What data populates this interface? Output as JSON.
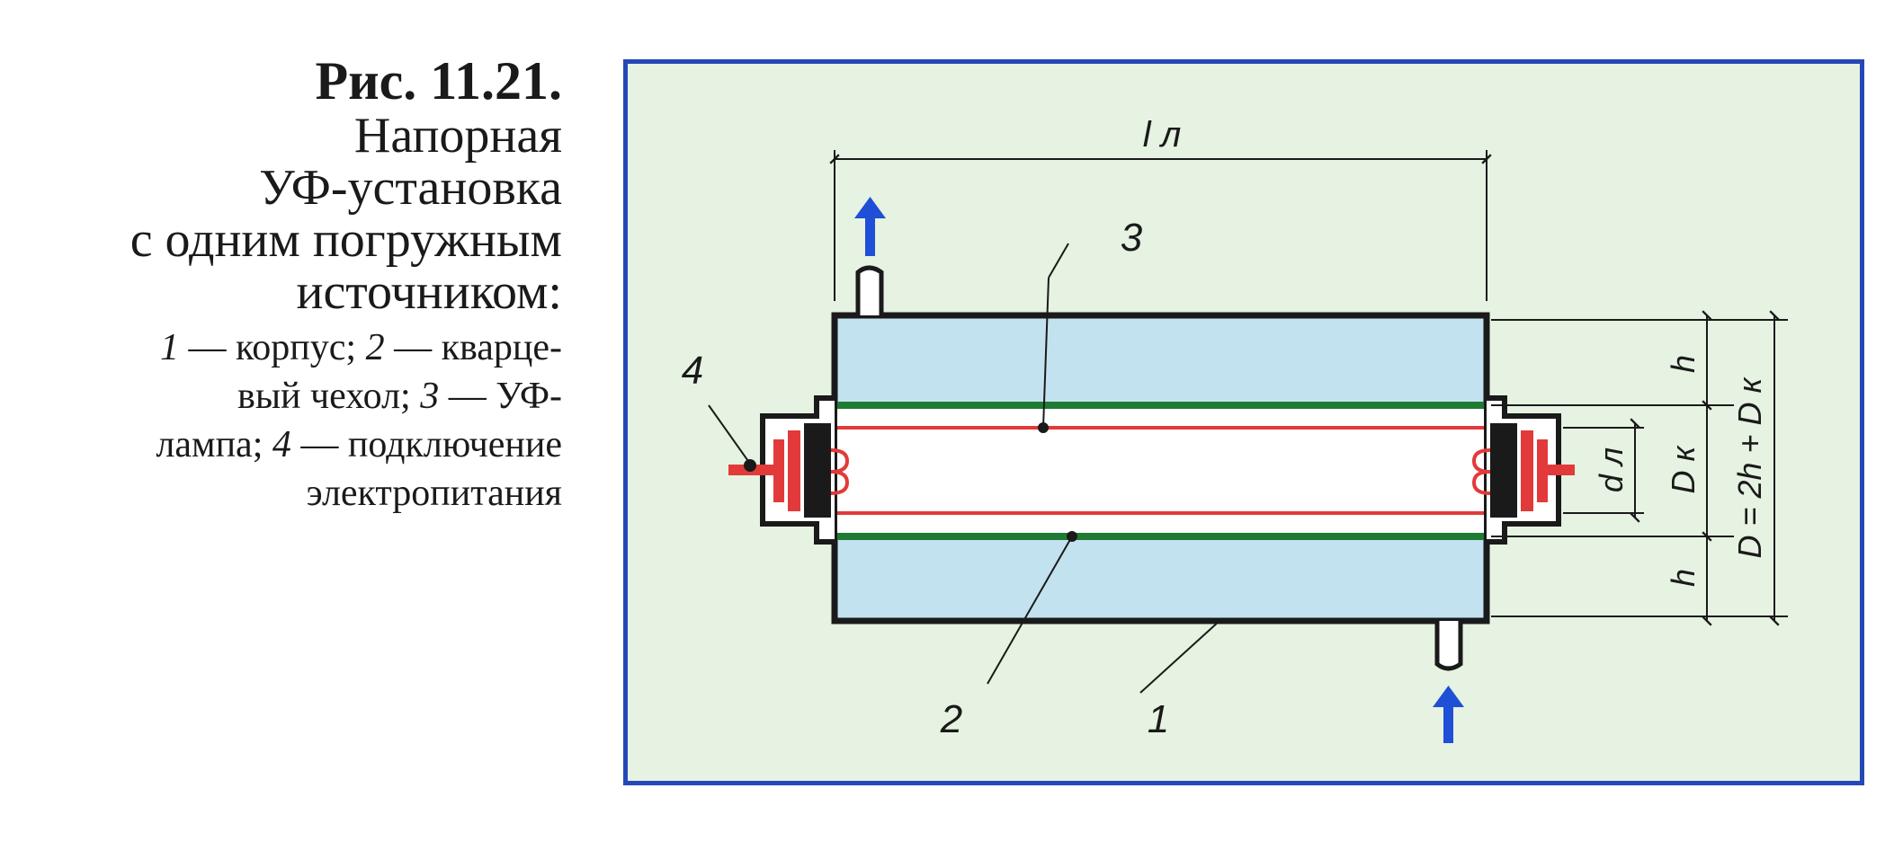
{
  "caption": {
    "title": "Рис. 11.21.",
    "lines": [
      "Напорная",
      "УФ-установка",
      "с одним погружным",
      "источником:"
    ],
    "legend": [
      {
        "n": "1",
        "text": " — корпус; "
      },
      {
        "n": "2",
        "text": " — кварце-"
      },
      {
        "text": "вый чехол; "
      },
      {
        "n": "3",
        "text": " — УФ-"
      },
      {
        "text": "лампа; "
      },
      {
        "n": "4",
        "text": " — подключение"
      },
      {
        "text": "электропитания"
      }
    ]
  },
  "diagram": {
    "labels": {
      "lamp_length": "l л",
      "h_top": "h",
      "h_bottom": "h",
      "d_lamp": "d л",
      "d_cover": "D к",
      "d_total": "D = 2h + D к",
      "n1": "1",
      "n2": "2",
      "n3": "3",
      "n4": "4"
    },
    "colors": {
      "frame": "#2547b8",
      "background": "#e6f2e2",
      "water": "#c3e2f0",
      "quartz": "#1f7a33",
      "lamp": "#e23a3a",
      "arrow": "#1f4fd6",
      "outline": "#1a1a1a"
    }
  }
}
